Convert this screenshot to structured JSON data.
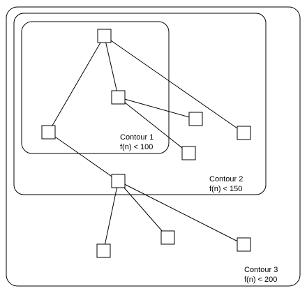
{
  "contours": [
    {
      "id": "contour-3",
      "label": "Contour 3",
      "condition": "f(n) < 200"
    },
    {
      "id": "contour-2",
      "label": "Contour 2",
      "condition": "f(n) < 150"
    },
    {
      "id": "contour-1",
      "label": "Contour 1",
      "condition": "f(n) < 100"
    }
  ],
  "nodes": [
    {
      "id": "n1",
      "contour": "contour-1"
    },
    {
      "id": "n2",
      "contour": "contour-1"
    },
    {
      "id": "n3",
      "contour": "contour-1"
    },
    {
      "id": "n4",
      "contour": "contour-2"
    },
    {
      "id": "n5",
      "contour": "contour-2"
    },
    {
      "id": "n6",
      "contour": "contour-2"
    },
    {
      "id": "n7",
      "contour": "contour-2"
    },
    {
      "id": "n8",
      "contour": "contour-3"
    },
    {
      "id": "n9",
      "contour": "contour-3"
    },
    {
      "id": "n10",
      "contour": "contour-3"
    }
  ],
  "edges": [
    {
      "from": "n1",
      "to": "n2"
    },
    {
      "from": "n1",
      "to": "n3"
    },
    {
      "from": "n1",
      "to": "n5"
    },
    {
      "from": "n2",
      "to": "n4"
    },
    {
      "from": "n2",
      "to": "n6"
    },
    {
      "from": "n3",
      "to": "n7"
    },
    {
      "from": "n7",
      "to": "n8"
    },
    {
      "from": "n7",
      "to": "n9"
    },
    {
      "from": "n7",
      "to": "n10"
    }
  ]
}
